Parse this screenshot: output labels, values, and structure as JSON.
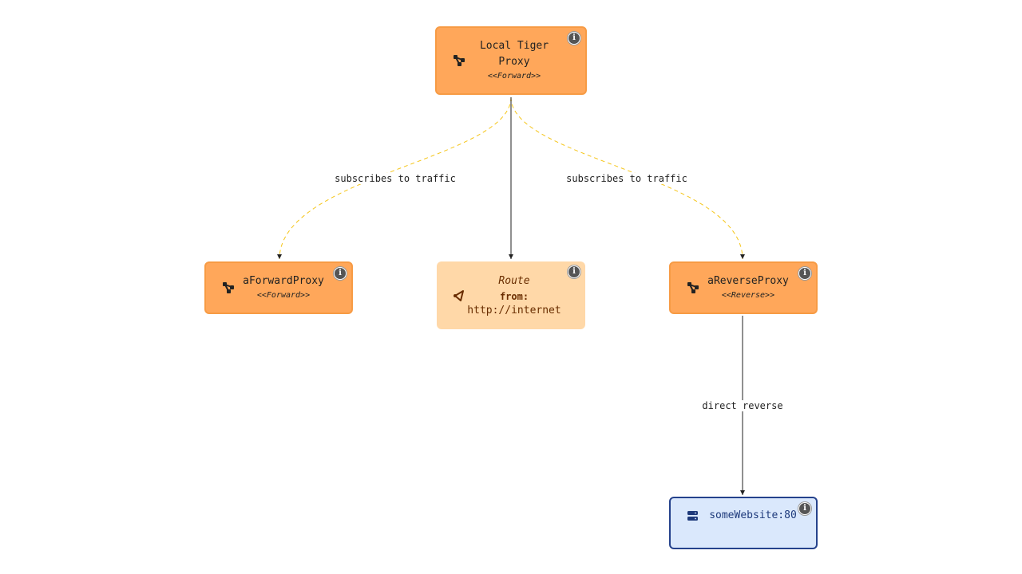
{
  "colors": {
    "proxy_fill": "#ffa75a",
    "proxy_border": "#f79b44",
    "route_fill": "#ffd8a8",
    "server_fill": "#dae8fc",
    "server_border": "#25428c",
    "subscribe_edge": "#f5c518",
    "solid_edge": "#222222"
  },
  "nodes": {
    "local_tiger": {
      "title": "Local Tiger Proxy",
      "stereotype": "<<Forward>>",
      "icon": "proxy-icon"
    },
    "forward_proxy": {
      "title": "aForwardProxy",
      "stereotype": "<<Forward>>",
      "icon": "proxy-icon"
    },
    "route": {
      "title": "Route",
      "from_label": "from:",
      "from_value": "http://internet",
      "icon": "route-icon"
    },
    "reverse_proxy": {
      "title": "aReverseProxy",
      "stereotype": "<<Reverse>>",
      "icon": "proxy-icon"
    },
    "website": {
      "title": "someWebsite:80",
      "icon": "server-icon"
    }
  },
  "info_glyph": "i",
  "edges": {
    "subscribe_left": "subscribes to traffic",
    "subscribe_right": "subscribes to traffic",
    "direct_reverse": "direct reverse"
  }
}
